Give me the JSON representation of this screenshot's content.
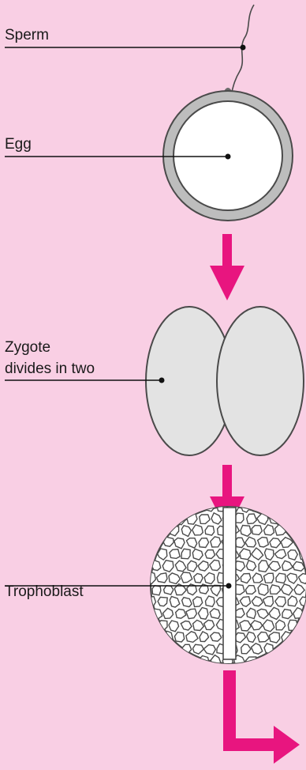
{
  "labels": {
    "sperm": "Sperm",
    "egg": "Egg",
    "zygote_line1": "Zygote",
    "zygote_line2": "divides in two",
    "trophoblast": "Trophoblast"
  },
  "colors": {
    "background": "#f9cfe4",
    "arrow": "#e8157f",
    "cell_fill": "#e3e3e3",
    "outline": "#4a4a4a",
    "egg_ring": "#bdbdbd"
  },
  "icons": {
    "arrow_down": "arrow-down-icon",
    "arrow_turn": "arrow-turn-right-icon"
  }
}
